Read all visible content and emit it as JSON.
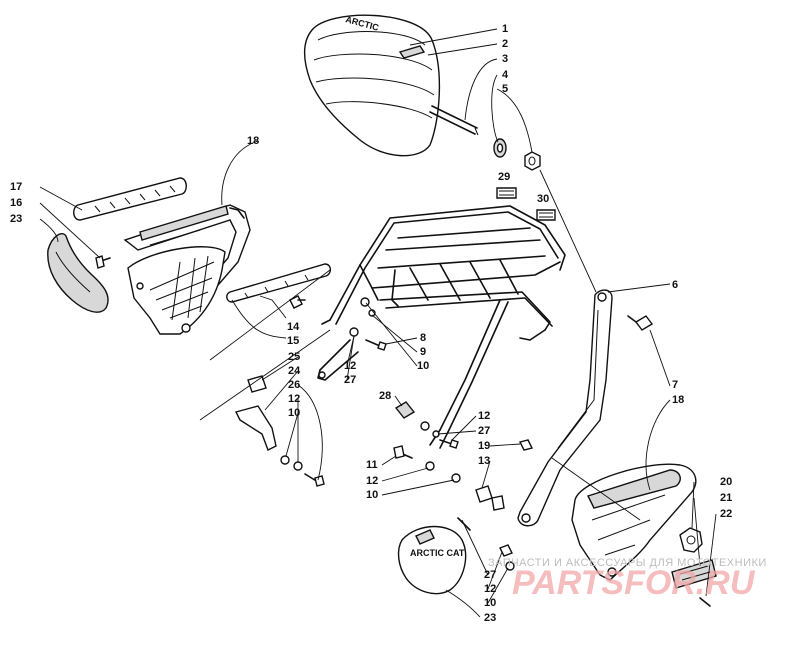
{
  "labels": {
    "n1": "1",
    "n2": "2",
    "n3": "3",
    "n4": "4",
    "n5": "5",
    "n6": "6",
    "n7": "7",
    "n8": "8",
    "n9": "9",
    "n10a": "10",
    "n10b": "10",
    "n10c": "10",
    "n10d": "10",
    "n11": "11",
    "n12a": "12",
    "n12b": "12",
    "n12c": "12",
    "n12d": "12",
    "n12e": "12",
    "n13": "13",
    "n14": "14",
    "n15": "15",
    "n16": "16",
    "n17": "17",
    "n18a": "18",
    "n18b": "18",
    "n19": "19",
    "n20": "20",
    "n21": "21",
    "n22": "22",
    "n23a": "23",
    "n23b": "23",
    "n24": "24",
    "n25": "25",
    "n26": "26",
    "n27a": "27",
    "n27b": "27",
    "n27c": "27",
    "n28": "28",
    "n29": "29",
    "n30": "30"
  },
  "brand_mark": "ARCTIC CAT",
  "watermark": {
    "text": "ЗАПЧАСТИ И АКСЕССУАРЫ ДЛЯ МОТОТЕХНИКИ",
    "logo": "PARTSFOR.RU"
  }
}
